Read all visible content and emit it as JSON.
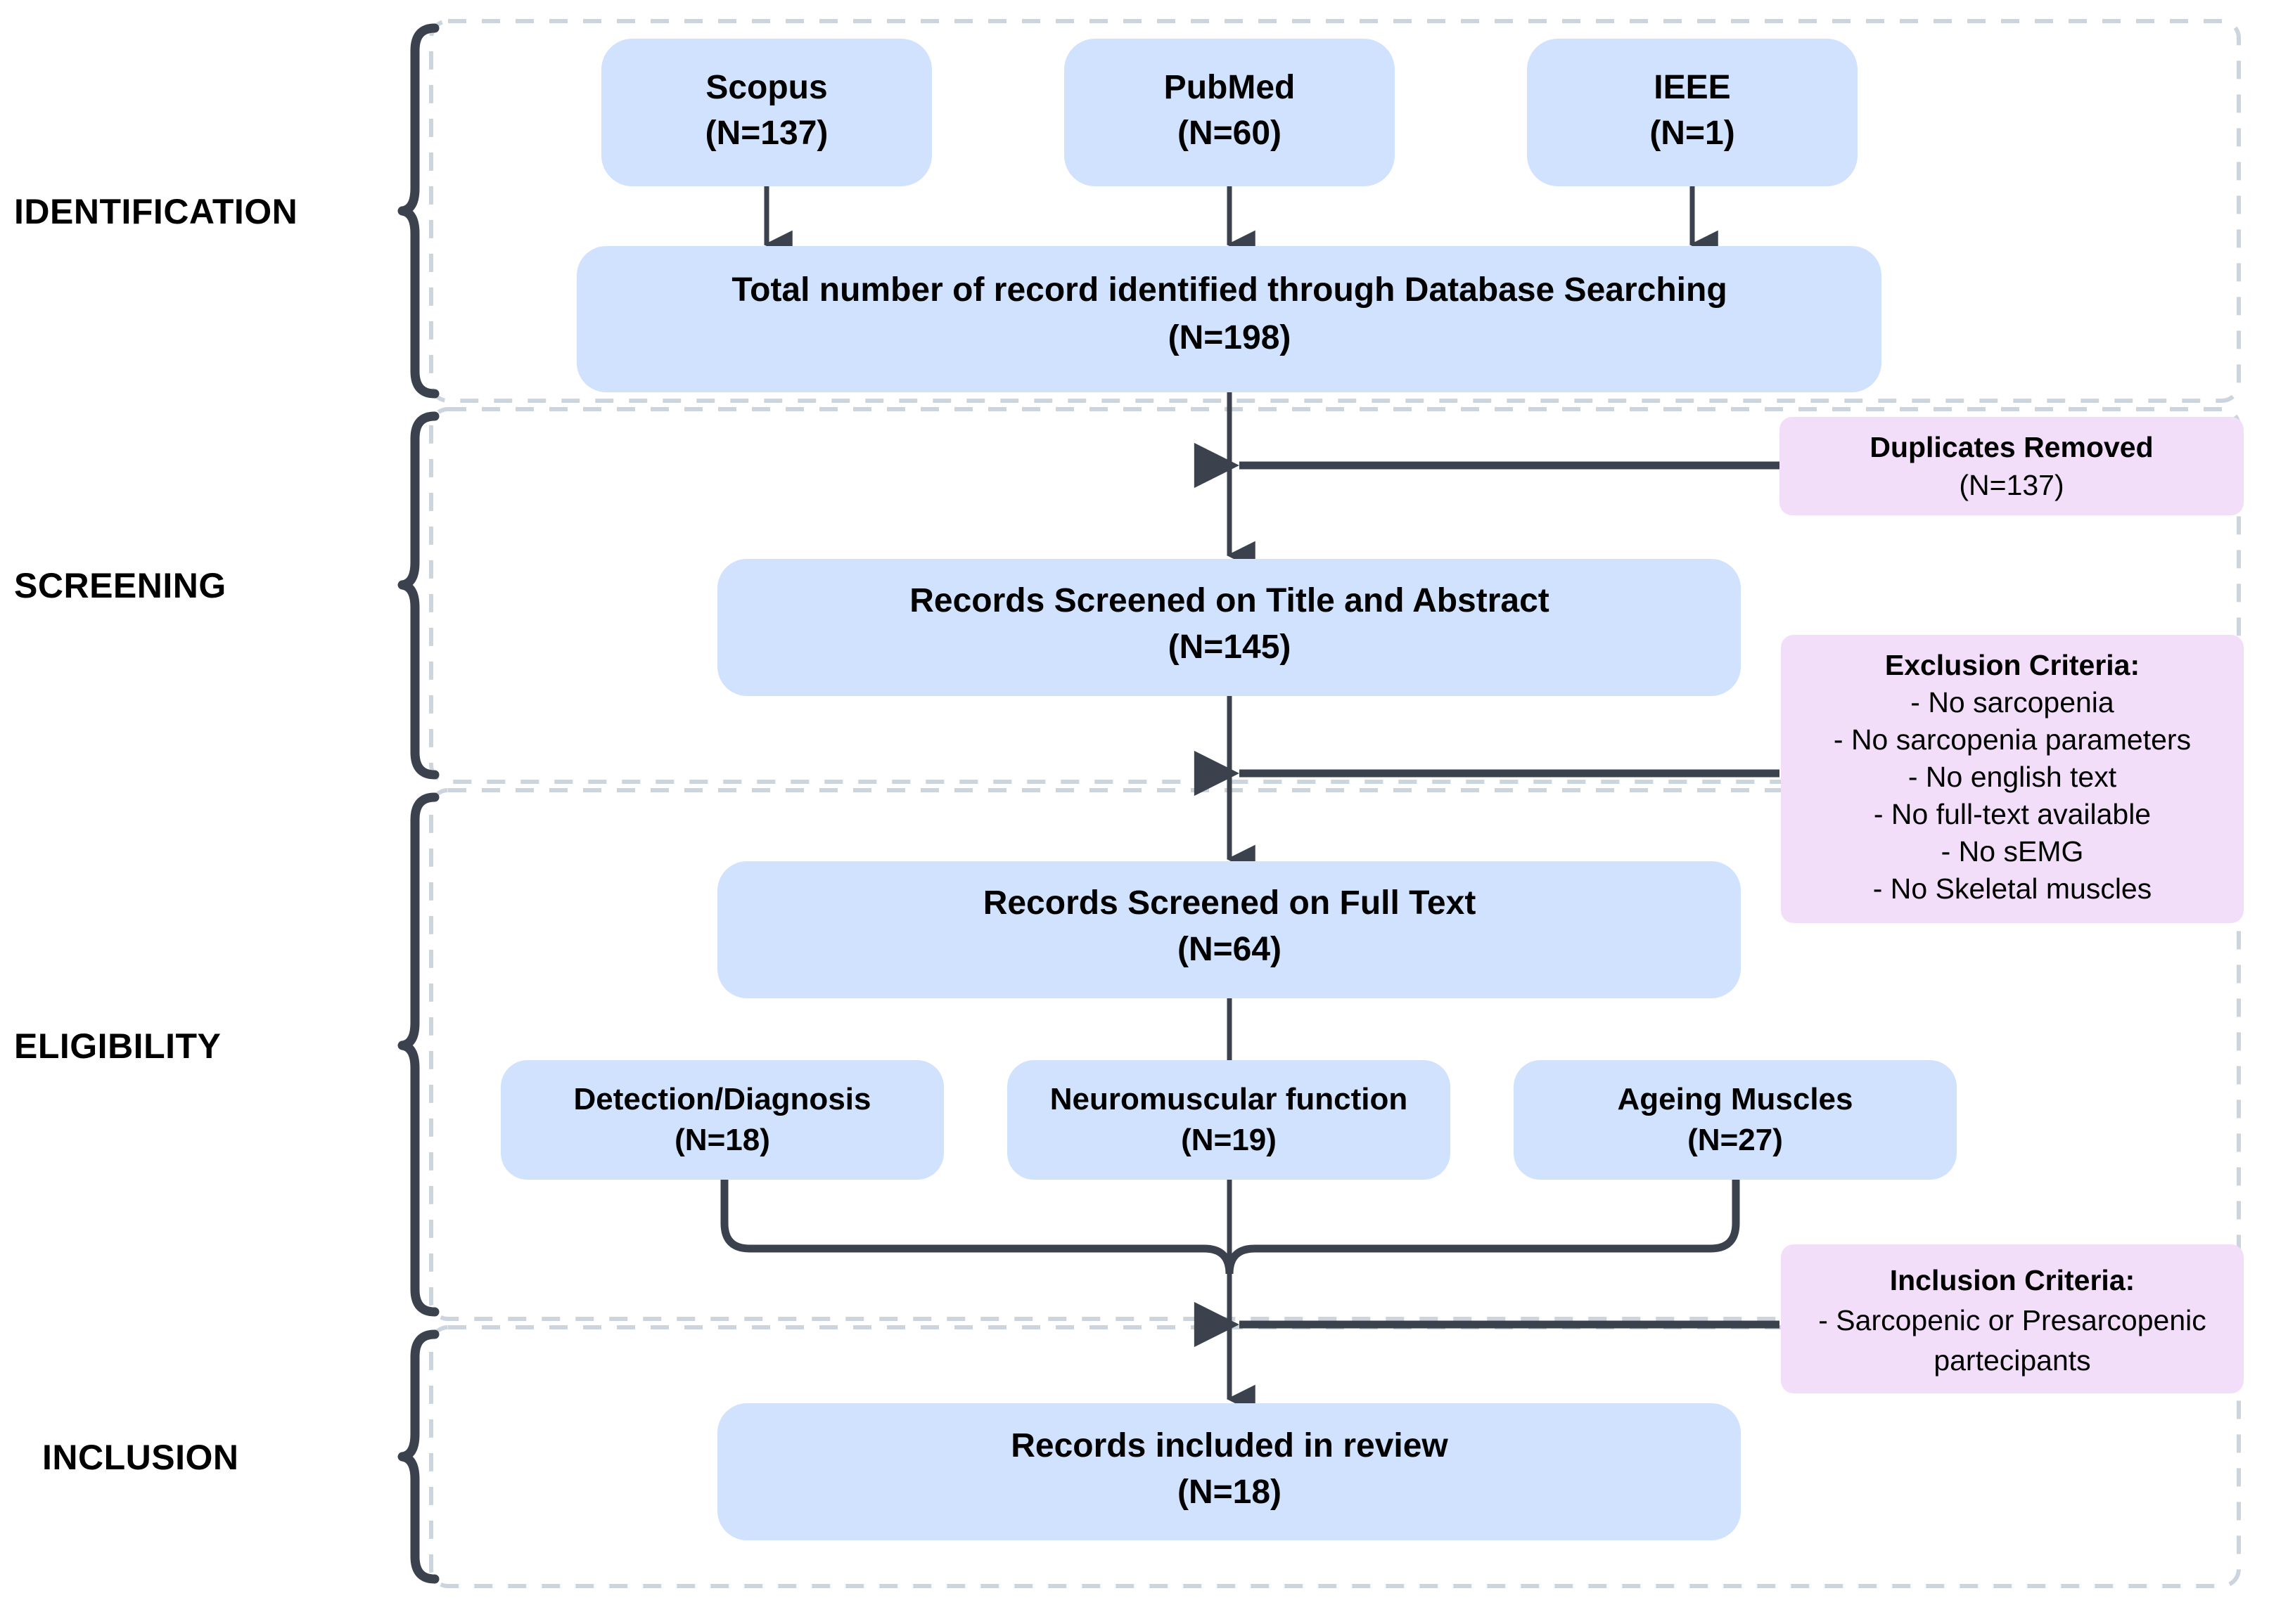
{
  "diagram": {
    "type": "prisma-flow-diagram",
    "colors": {
      "node_blue": "#d0e2fd",
      "node_pink": "#f3defa",
      "connector": "#3b424e",
      "zone_border": "#ccd4de",
      "background": "#ffffff"
    }
  },
  "stages": [
    {
      "label": "IDENTIFICATION"
    },
    {
      "label": "SCREENING"
    },
    {
      "label": "ELIGIBILITY"
    },
    {
      "label": "INCLUSION"
    }
  ],
  "sources": [
    {
      "name": "Scopus",
      "count": "(N=137)"
    },
    {
      "name": "PubMed",
      "count": "(N=60)"
    },
    {
      "name": "IEEE",
      "count": "(N=1)"
    }
  ],
  "nodes": {
    "total_records": {
      "line1": "Total number of record identified through Database Searching",
      "line2": "(N=198)"
    },
    "screened_title_abstract": {
      "line1": "Records Screened on Title and Abstract",
      "line2": "(N=145)"
    },
    "screened_full_text": {
      "line1": "Records Screened on Full Text",
      "line2": "(N=64)"
    },
    "included": {
      "line1": "Records included in review",
      "line2": "(N=18)"
    }
  },
  "categories": [
    {
      "name": "Detection/Diagnosis",
      "count": "(N=18)"
    },
    {
      "name": "Neuromuscular function",
      "count": "(N=19)"
    },
    {
      "name": "Ageing Muscles",
      "count": "(N=27)"
    }
  ],
  "notes": {
    "duplicates": {
      "title": "Duplicates Removed",
      "lines": [
        "(N=137)"
      ]
    },
    "exclusion": {
      "title": "Exclusion Criteria:",
      "lines": [
        "- No sarcopenia",
        "- No sarcopenia parameters",
        "- No english text",
        "- No full-text available",
        "- No sEMG",
        "- No Skeletal muscles"
      ]
    },
    "inclusion": {
      "title": "Inclusion Criteria:",
      "lines": [
        "- Sarcopenic or Presarcopenic",
        "partecipants"
      ]
    }
  }
}
